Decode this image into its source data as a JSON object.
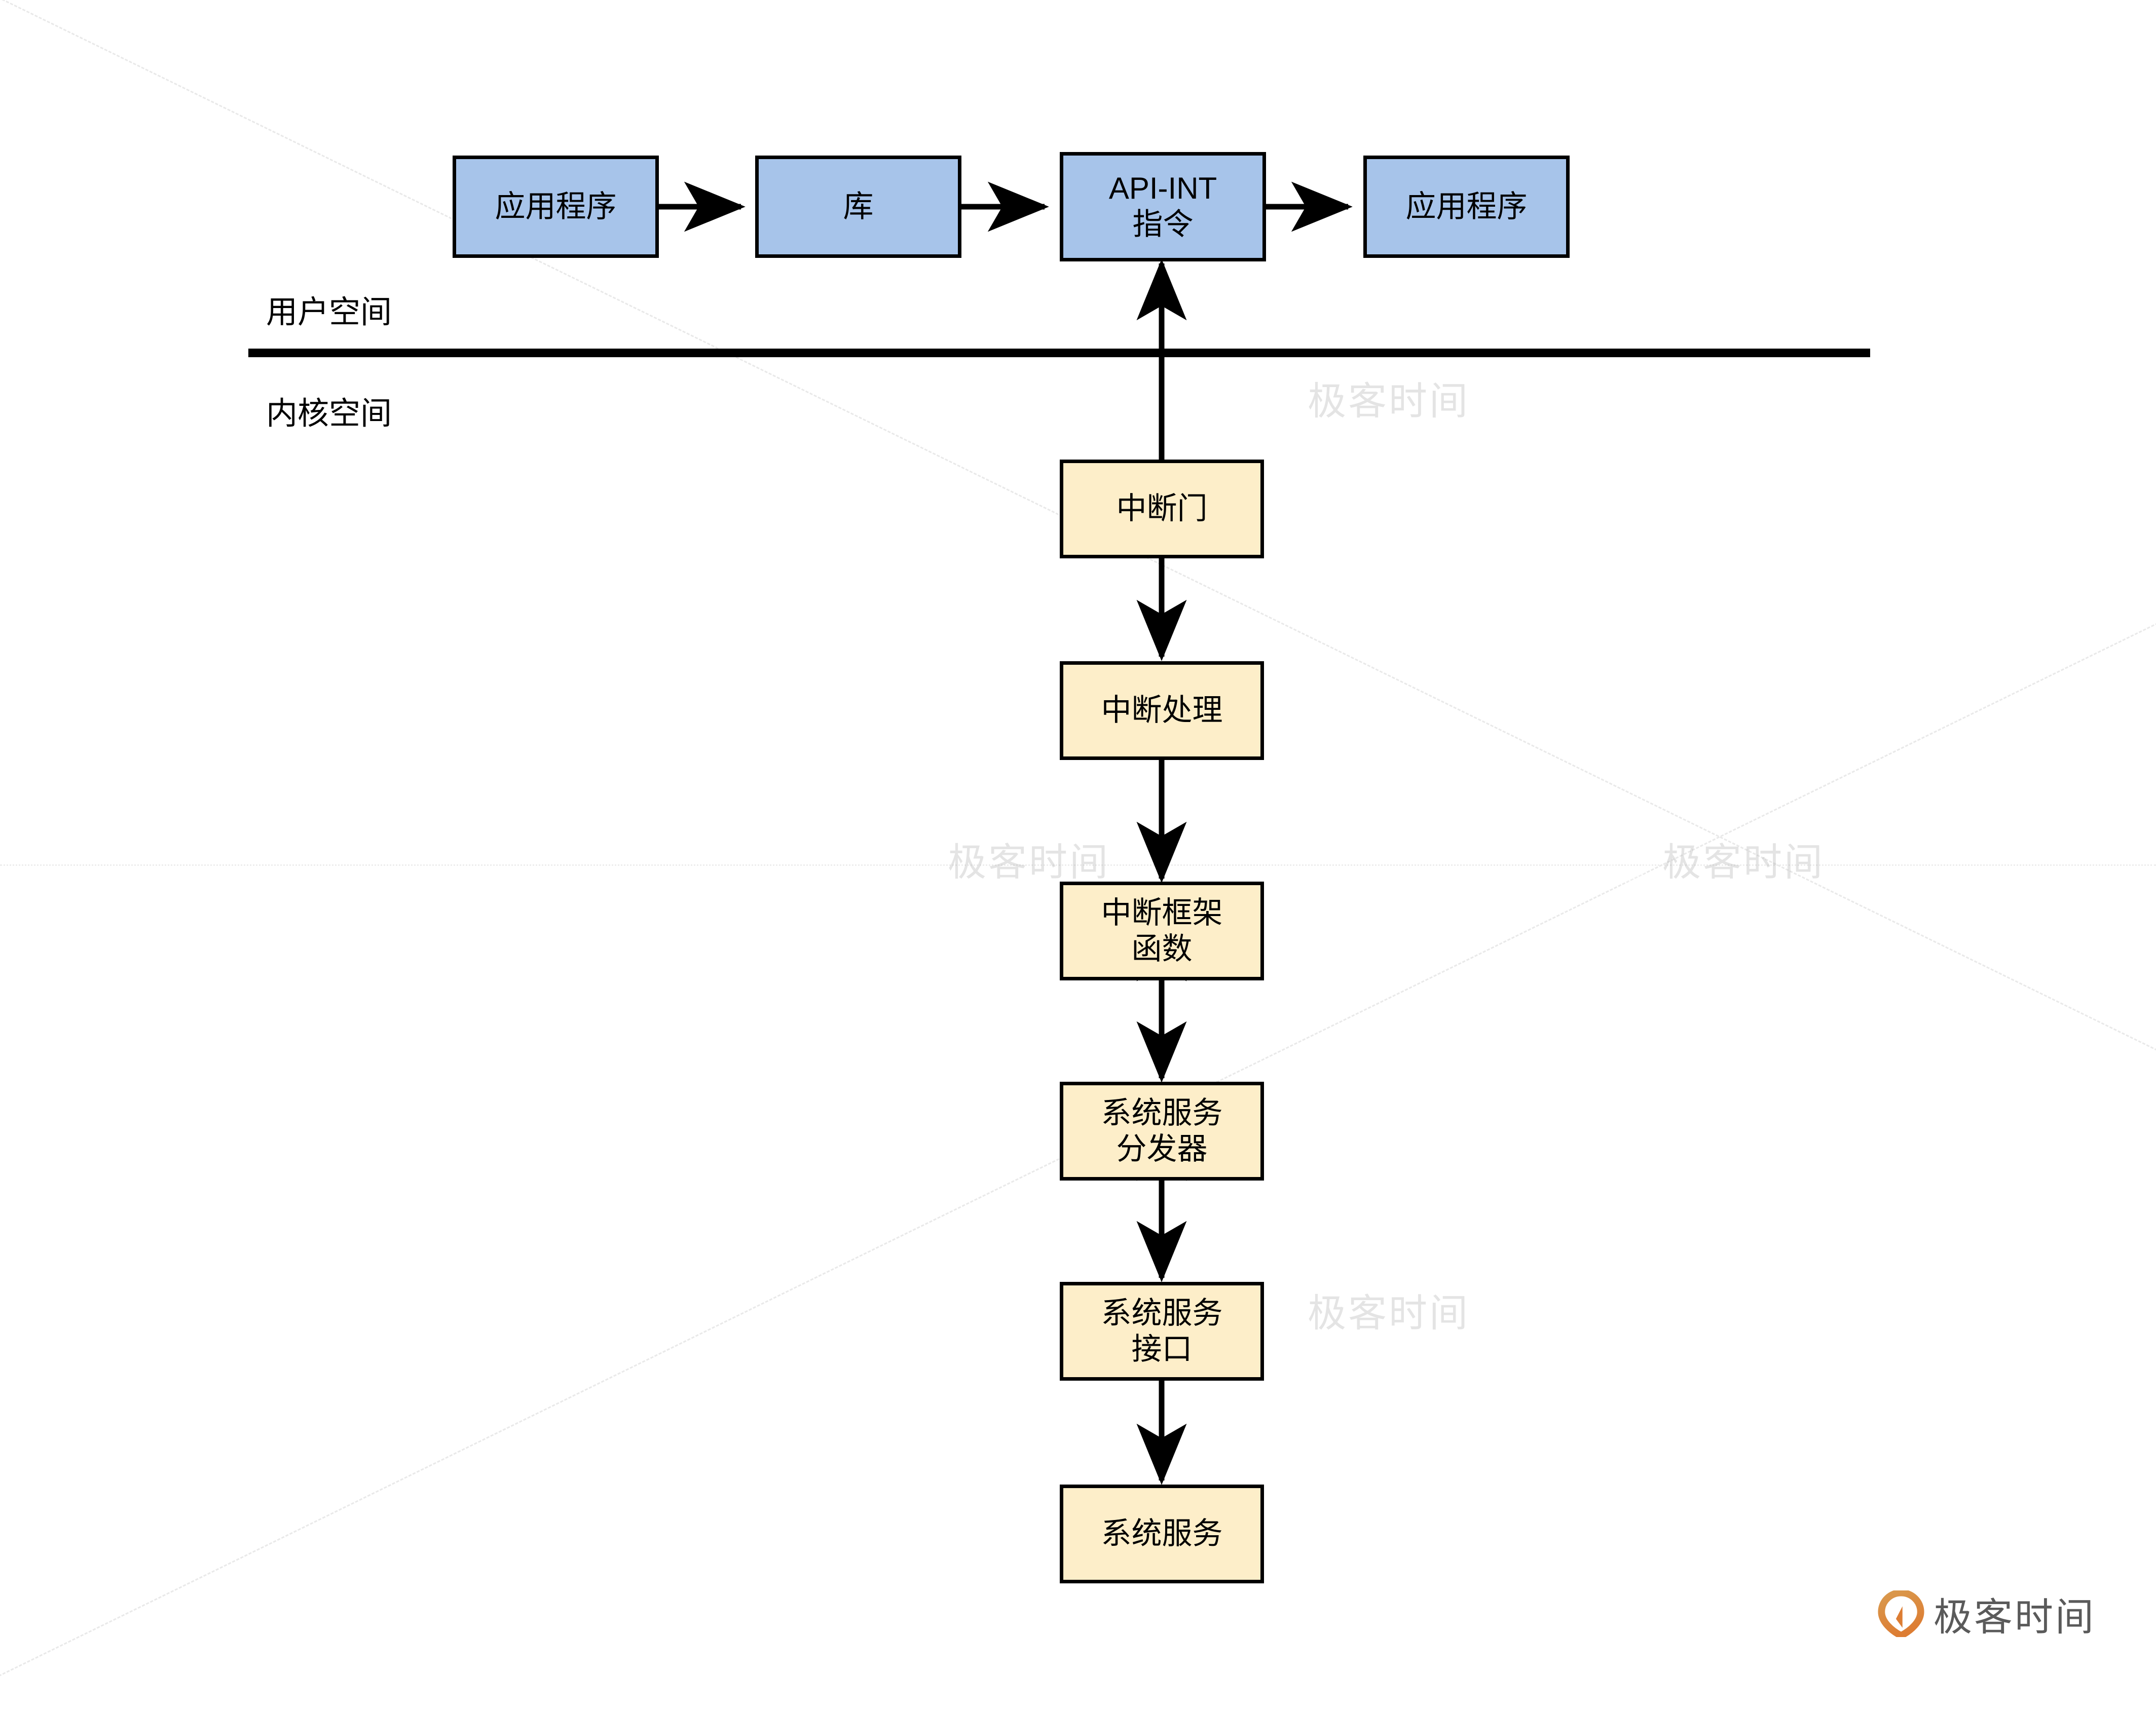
{
  "diagram": {
    "title_text": "",
    "colors": {
      "user_fill": "#a7c4ea",
      "kernel_fill": "#fdeec9",
      "stroke": "#000000",
      "brand_orange": "#e08b3c",
      "brand_text": "#5a5a5a"
    },
    "zones": [
      {
        "id": "user-space",
        "label": "用户空间"
      },
      {
        "id": "kernel-space",
        "label": "内核空间"
      }
    ],
    "user_nodes": [
      {
        "id": "app-left",
        "label": "应用程序"
      },
      {
        "id": "library",
        "label": "库"
      },
      {
        "id": "api-int",
        "label": "API-INT\n指令"
      },
      {
        "id": "app-right",
        "label": "应用程序"
      }
    ],
    "kernel_nodes": [
      {
        "id": "interrupt-gate",
        "label": "中断门"
      },
      {
        "id": "interrupt-handler",
        "label": "中断处理"
      },
      {
        "id": "interrupt-framework-function",
        "label": "中断框架\n函数"
      },
      {
        "id": "system-service-dispatcher",
        "label": "系统服务\n分发器"
      },
      {
        "id": "system-service-interface",
        "label": "系统服务\n接口"
      },
      {
        "id": "system-service",
        "label": "系统服务"
      }
    ],
    "connectors": [
      {
        "from": "app-left",
        "to": "library",
        "direction": "one-way",
        "orientation": "horizontal"
      },
      {
        "from": "library",
        "to": "api-int",
        "direction": "one-way",
        "orientation": "horizontal"
      },
      {
        "from": "api-int",
        "to": "app-right",
        "direction": "one-way",
        "orientation": "horizontal"
      },
      {
        "from": "interrupt-gate",
        "to": "api-int",
        "direction": "two-way",
        "orientation": "vertical"
      },
      {
        "from": "interrupt-gate",
        "to": "interrupt-handler",
        "direction": "two-way",
        "orientation": "vertical"
      },
      {
        "from": "interrupt-handler",
        "to": "interrupt-framework-function",
        "direction": "two-way",
        "orientation": "vertical"
      },
      {
        "from": "interrupt-framework-function",
        "to": "system-service-dispatcher",
        "direction": "two-way",
        "orientation": "vertical"
      },
      {
        "from": "system-service-dispatcher",
        "to": "system-service-interface",
        "direction": "two-way",
        "orientation": "vertical"
      },
      {
        "from": "system-service-interface",
        "to": "system-service",
        "direction": "two-way",
        "orientation": "vertical"
      }
    ]
  },
  "brand": {
    "name": "极客时间",
    "icon": "geektime-pin-logo"
  },
  "watermark": {
    "text": "极客时间",
    "icon": "geektime-pin-logo"
  }
}
